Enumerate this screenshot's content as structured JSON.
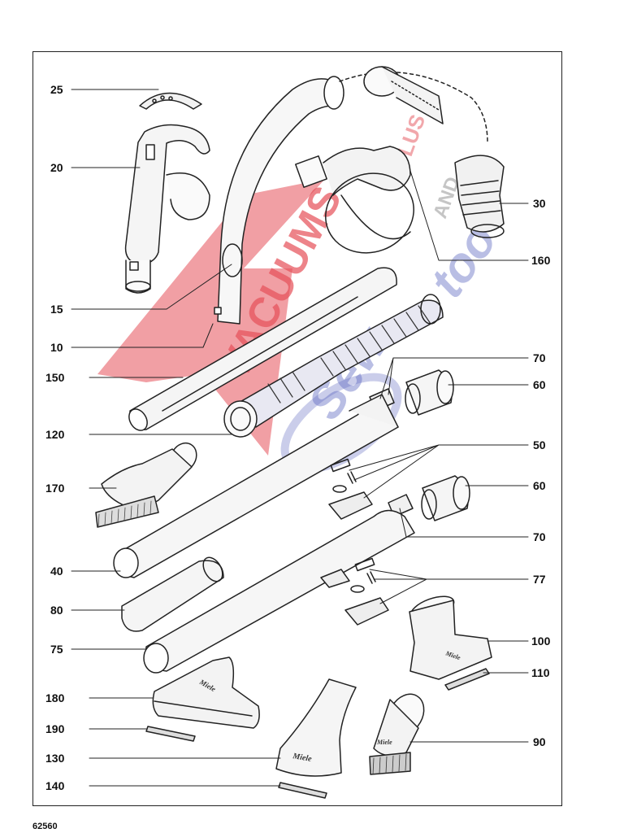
{
  "diagram": {
    "footer_code": "62560",
    "colors": {
      "line": "#222222",
      "watermark_red": "#e0303a",
      "watermark_blue": "#4a55b8"
    },
    "watermark": {
      "main": "VACUUMS",
      "plus": "PLUS",
      "and": "AND",
      "sew": "Sew",
      "too": "too"
    },
    "callouts": {
      "c25": "25",
      "c20": "20",
      "c15": "15",
      "c10": "10",
      "c150": "150",
      "c120": "120",
      "c170": "170",
      "c40": "40",
      "c80": "80",
      "c75": "75",
      "c180": "180",
      "c190": "190",
      "c130": "130",
      "c140": "140",
      "c30": "30",
      "c160": "160",
      "c70a": "70",
      "c60a": "60",
      "c50": "50",
      "c60b": "60",
      "c70b": "70",
      "c77": "77",
      "c100": "100",
      "c110": "110",
      "c90": "90"
    },
    "brand_marks": {
      "nozzle_180": "Miele",
      "crevice_130": "Miele",
      "brush_90": "Miele",
      "upholstery_100": "Miele"
    }
  }
}
